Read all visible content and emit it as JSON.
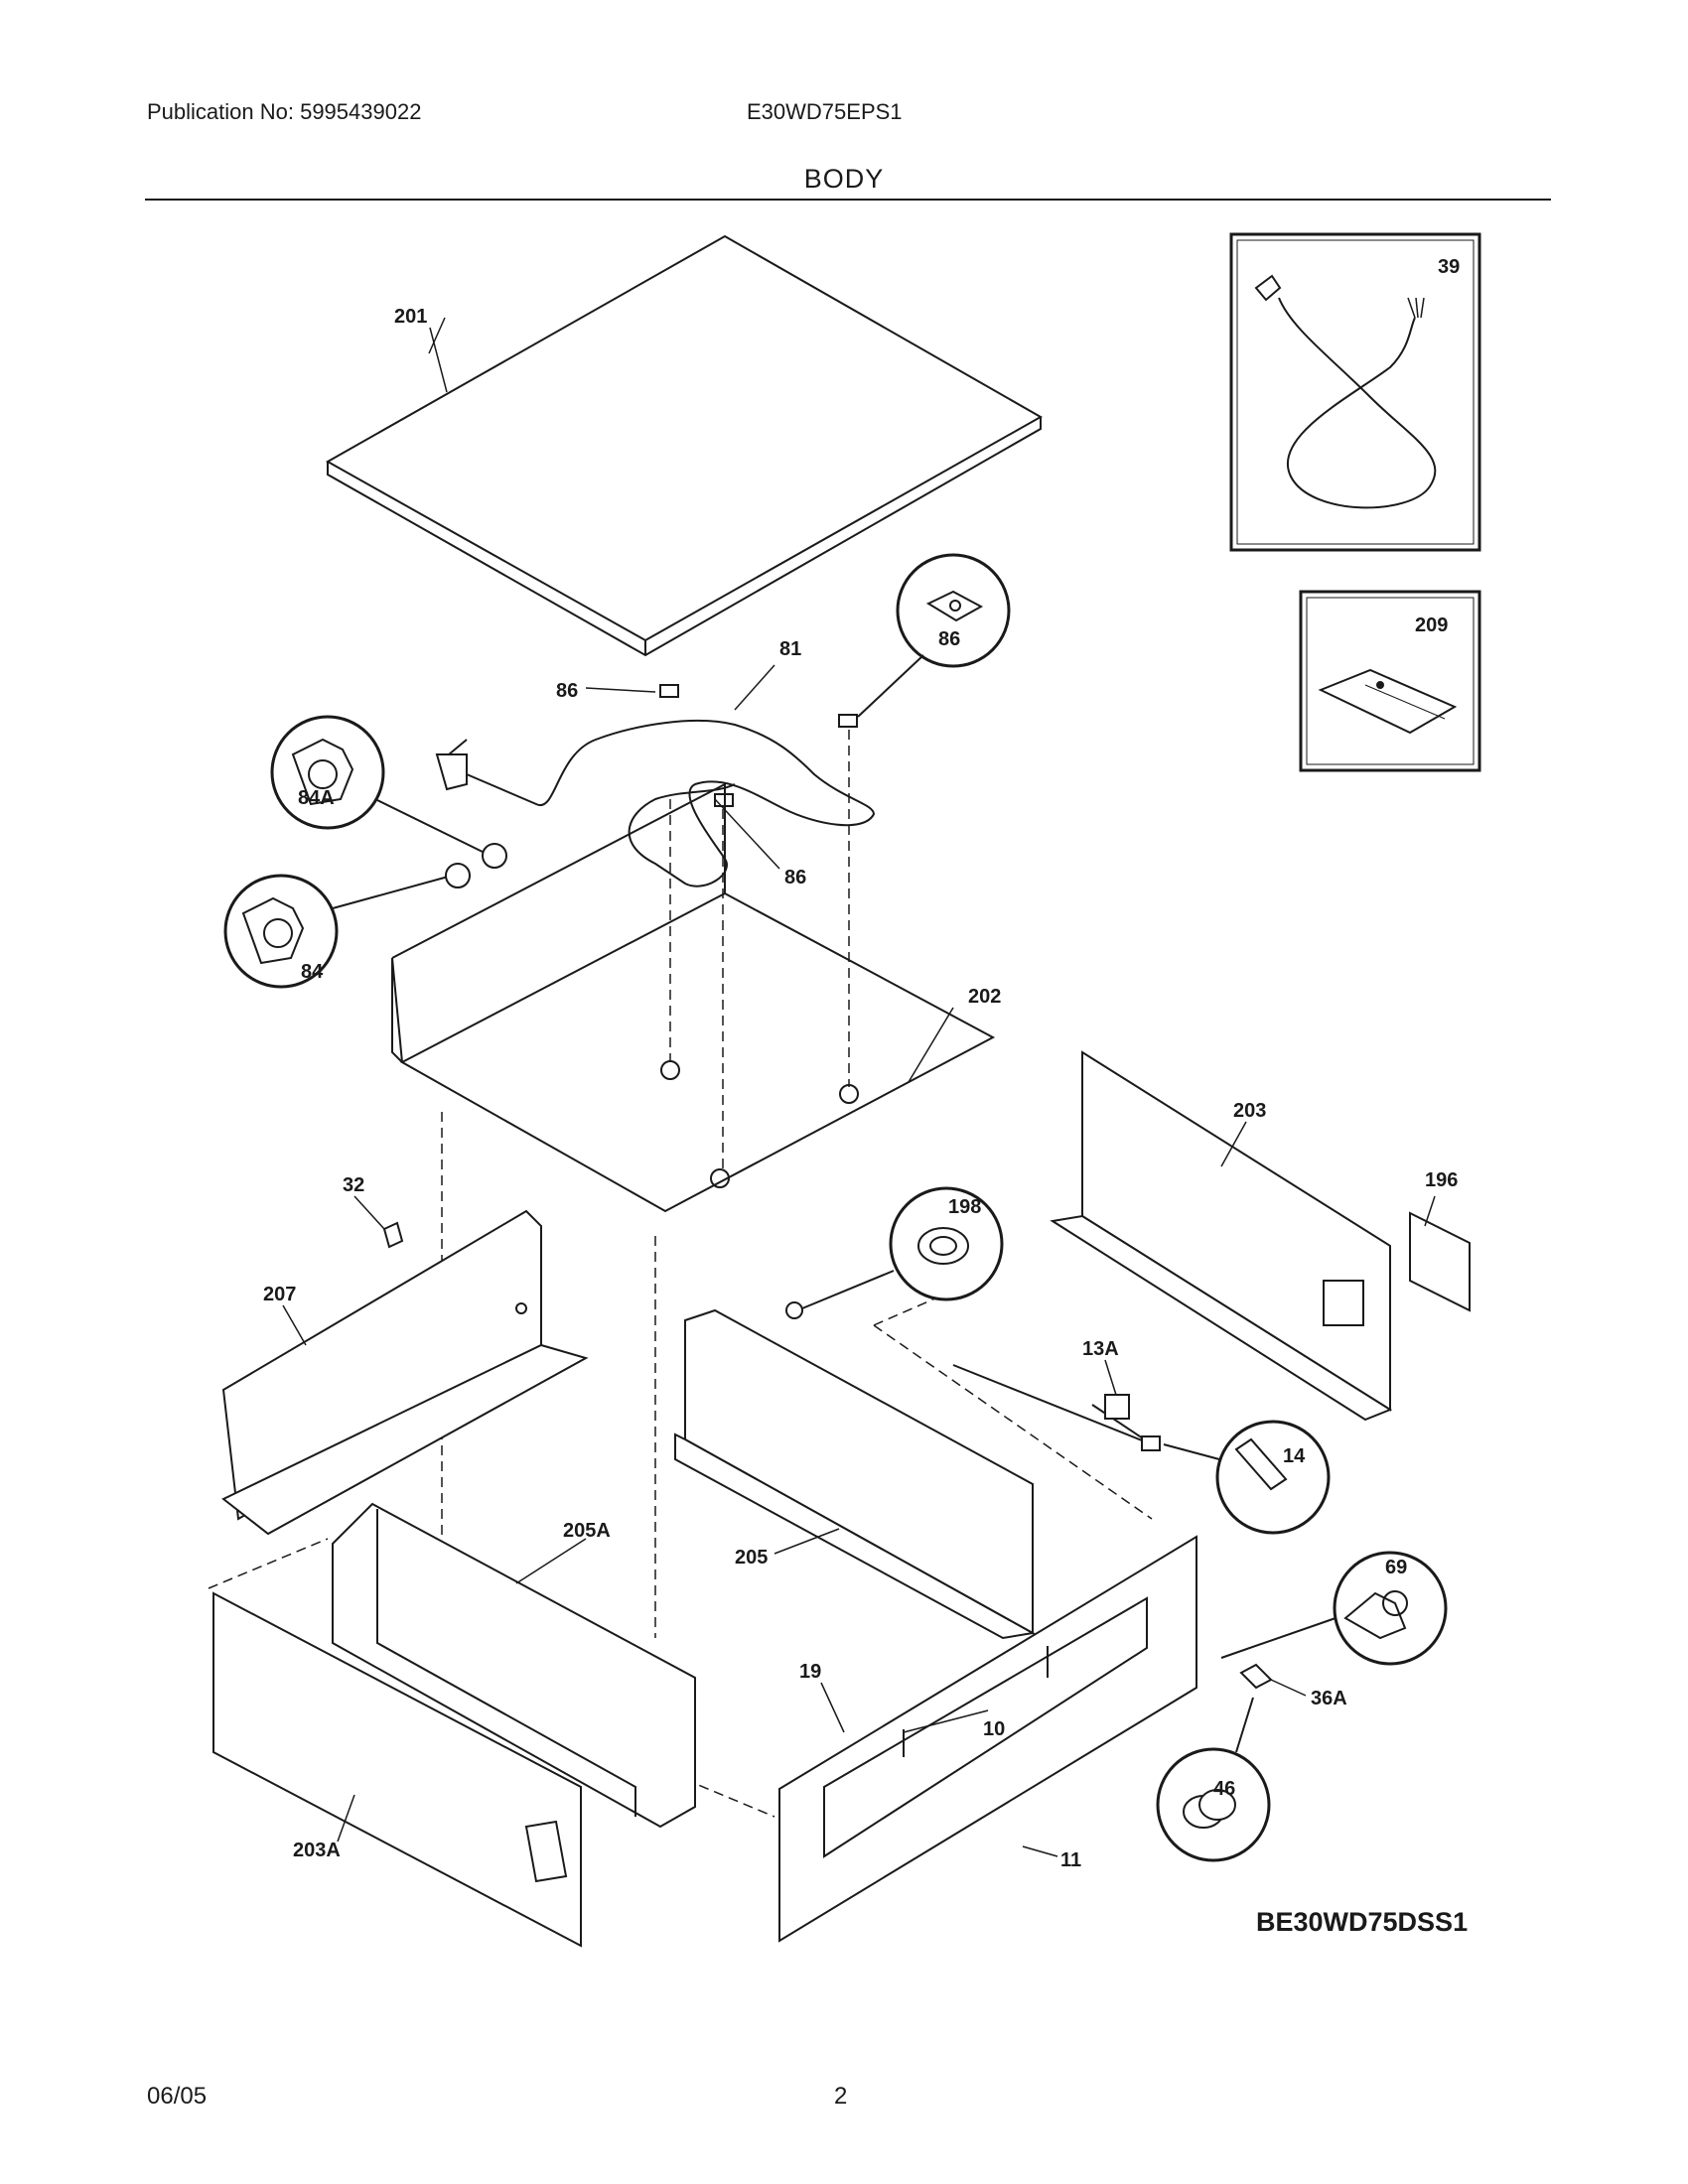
{
  "header": {
    "publication": "Publication No: 5995439022",
    "model": "E30WD75EPS1",
    "section_title": "BODY"
  },
  "diagram_code": "BE30WD75DSS1",
  "callouts": {
    "c201": "201",
    "c39": "39",
    "c209": "209",
    "c81": "81",
    "c86a": "86",
    "c86b": "86",
    "c86c": "86",
    "c84A": "84A",
    "c84": "84",
    "c202": "202",
    "c203": "203",
    "c196": "196",
    "c32": "32",
    "c207": "207",
    "c198": "198",
    "c13A": "13A",
    "c14": "14",
    "c205A": "205A",
    "c205": "205",
    "c69": "69",
    "c19": "19",
    "c10": "10",
    "c36A": "36A",
    "c46": "46",
    "c11": "11",
    "c203A": "203A"
  },
  "footer": {
    "date": "06/05",
    "page": "2"
  }
}
